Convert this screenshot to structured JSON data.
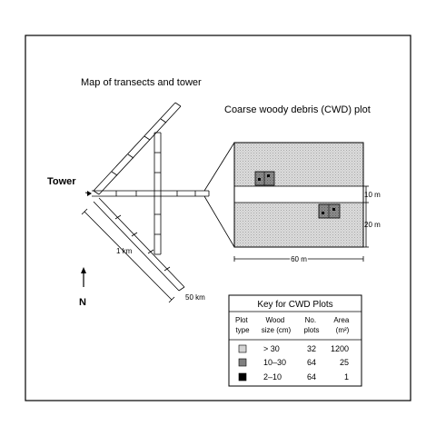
{
  "titles": {
    "map": "Map of transects and tower",
    "plot": "Coarse woody debris (CWD) plot"
  },
  "labels": {
    "tower": "Tower",
    "north": "N",
    "one_km": "1 km",
    "fifty_km": "50 km",
    "ten_m": "10 m",
    "twenty_m": "20 m",
    "sixty_m": "60 m"
  },
  "key": {
    "title": "Key for CWD Plots",
    "headers": {
      "plot_type": [
        "Plot",
        "type"
      ],
      "wood_size": [
        "Wood",
        "size (cm)"
      ],
      "no_plots": [
        "No.",
        "plots"
      ],
      "area": [
        "Area",
        "(m²)"
      ]
    },
    "rows": [
      {
        "swatch": "#d4d4d4",
        "size": "> 30",
        "plots": "32",
        "area": "1200"
      },
      {
        "swatch": "#808080",
        "size": "10–30",
        "plots": "64",
        "area": "25"
      },
      {
        "swatch": "#000000",
        "size": "2–10",
        "plots": "64",
        "area": "1"
      }
    ]
  }
}
